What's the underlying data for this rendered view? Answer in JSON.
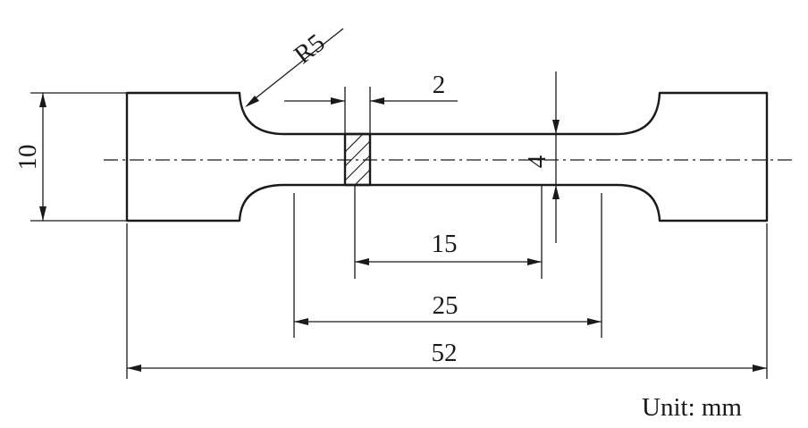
{
  "dimensions": {
    "radius": "R5",
    "notch_width": "2",
    "grip_width": "10",
    "gauge_width": "4",
    "length_15": "15",
    "length_25": "25",
    "total_length": "52"
  },
  "unit_label": "Unit: mm"
}
